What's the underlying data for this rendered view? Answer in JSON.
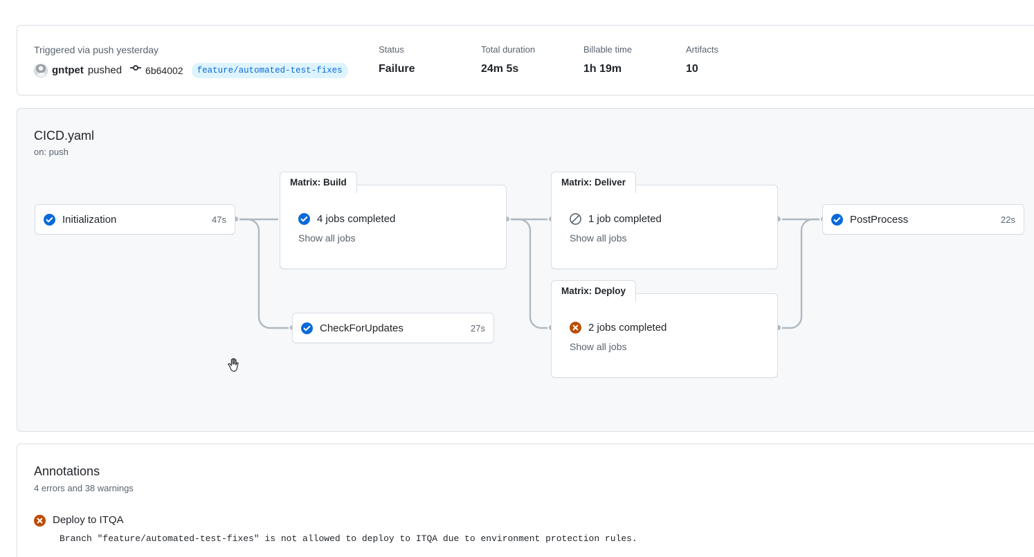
{
  "summary": {
    "trigger_text": "Triggered via push yesterday",
    "actor": "gntpet",
    "action_text": "pushed",
    "commit_sha": "6b64002",
    "branch": "feature/automated-test-fixes",
    "stats": [
      {
        "label": "Status",
        "value": "Failure"
      },
      {
        "label": "Total duration",
        "value": "24m 5s"
      },
      {
        "label": "Billable time",
        "value": "1h 19m"
      },
      {
        "label": "Artifacts",
        "value": "10"
      }
    ]
  },
  "workflow": {
    "title": "CICD.yaml",
    "trigger": "on: push",
    "nodes": {
      "initialization": {
        "label": "Initialization",
        "time": "47s",
        "status": "success"
      },
      "matrix_build": {
        "tab": "Matrix: Build",
        "status_text": "4 jobs completed",
        "link": "Show all jobs",
        "status": "success"
      },
      "check_for_updates": {
        "label": "CheckForUpdates",
        "time": "27s",
        "status": "success"
      },
      "matrix_deliver": {
        "tab": "Matrix: Deliver",
        "status_text": "1 job completed",
        "link": "Show all jobs",
        "status": "skipped"
      },
      "matrix_deploy": {
        "tab": "Matrix: Deploy",
        "status_text": "2 jobs completed",
        "link": "Show all jobs",
        "status": "failure"
      },
      "post_process": {
        "label": "PostProcess",
        "time": "22s",
        "status": "success"
      }
    }
  },
  "annotations": {
    "title": "Annotations",
    "summary": "4 errors and 38 warnings",
    "items": [
      {
        "name": "Deploy to ITQA",
        "message": "Branch \"feature/automated-test-fixes\" is not allowed to deploy to ITQA due to environment protection rules.",
        "status": "failure"
      }
    ]
  },
  "colors": {
    "success": "#0969da",
    "failure": "#bc4c00",
    "skipped": "#59636e",
    "link": "#0969da",
    "muted": "#59636e",
    "edge": "#afb8c1",
    "canvas": "#f6f8fa"
  }
}
